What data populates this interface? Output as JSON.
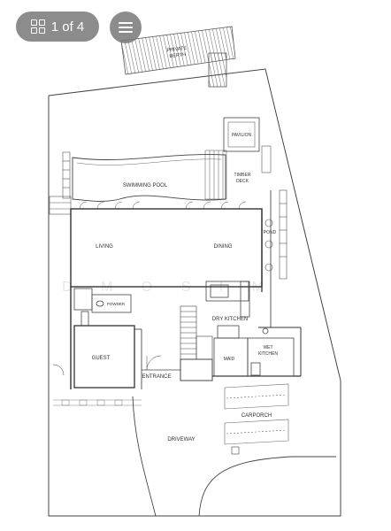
{
  "viewer": {
    "page_counter": "1 of 4",
    "gallery_icon": "grid-icon",
    "menu_icon": "hamburger-menu-icon"
  },
  "watermark": "D  M O  S  I  M",
  "plan": {
    "labels": {
      "private_berth_1": "PRIVATE",
      "private_berth_2": "BERTH",
      "pavilion": "PAVILION",
      "swimming_pool": "SWIMMING POOL",
      "timber_deck_1": "TIMBER",
      "timber_deck_2": "DECK",
      "pond": "POND",
      "living": "LIVING",
      "dining": "DINING",
      "powder": "POWDER",
      "dry_kitchen": "DRY KITCHEN",
      "wet_kitchen_1": "WET",
      "wet_kitchen_2": "KITCHEN",
      "maid": "MAID",
      "guest": "GUEST",
      "entrance": "ENTRANCE",
      "carporch": "CARPORCH",
      "driveway": "DRIVEWAY"
    }
  }
}
